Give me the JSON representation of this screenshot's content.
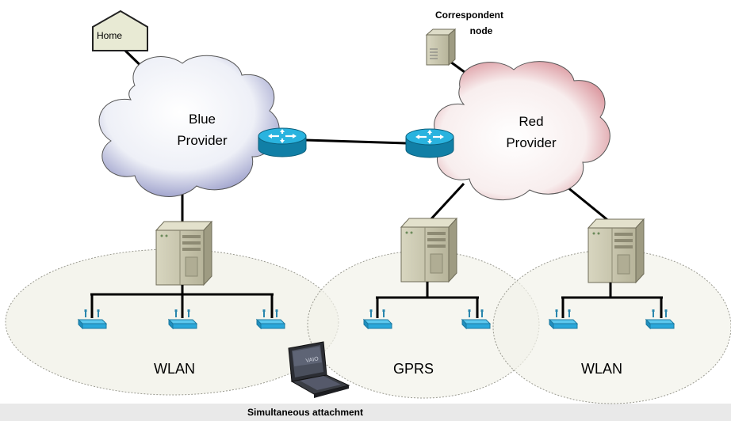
{
  "home": {
    "label": "Home"
  },
  "correspondent": {
    "line1": "Correspondent",
    "line2": "node"
  },
  "blue_cloud": {
    "line1": "Blue",
    "line2": "Provider"
  },
  "red_cloud": {
    "line1": "Red",
    "line2": "Provider"
  },
  "networks": {
    "left": "WLAN",
    "middle": "GPRS",
    "right": "WLAN"
  },
  "caption": "Simultaneous attachment",
  "laptop_brand": "VAIO",
  "colors": {
    "blue_cloud": "#5a5fa8",
    "red_cloud": "#c0505c",
    "router": "#1ea6cf",
    "access_point": "#29aadb",
    "server": "#c9c6ac",
    "coverage_area": "#f2f2ea",
    "caption_band": "#e9e9e9"
  }
}
